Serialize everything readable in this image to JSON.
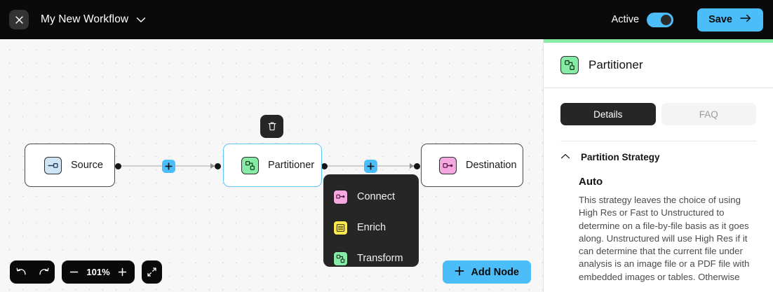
{
  "header": {
    "close_icon": "close-icon",
    "workflow_title": "My New Workflow",
    "chevron_icon": "chevron-down-icon",
    "active_label": "Active",
    "toggle_state": "on",
    "save_label": "Save",
    "save_arrow_icon": "arrow-right-icon",
    "accent_color": "#4BBEFA",
    "background_color": "#0a0a0a"
  },
  "canvas": {
    "nodes": [
      {
        "id": "source",
        "label": "Source",
        "icon": "source-icon",
        "icon_color": "#cfe4f5",
        "selected": false
      },
      {
        "id": "partitioner",
        "label": "Partitioner",
        "icon": "partition-icon",
        "icon_color": "#86eba5",
        "selected": true
      },
      {
        "id": "destination",
        "label": "Destination",
        "icon": "destination-icon",
        "icon_color": "#f5a8e0",
        "selected": false
      }
    ],
    "edge_add_label": "+",
    "delete_icon": "trash-icon",
    "selection_color": "#62c4f7"
  },
  "context_menu": {
    "items": [
      {
        "label": "Connect",
        "icon": "connect-icon",
        "icon_color": "#f5a8e0"
      },
      {
        "label": "Enrich",
        "icon": "enrich-icon",
        "icon_color": "#fbe94f"
      },
      {
        "label": "Transform",
        "icon": "transform-icon",
        "icon_color": "#86eba5"
      }
    ]
  },
  "toolbar": {
    "undo_icon": "undo-icon",
    "redo_icon": "redo-icon",
    "zoom_out_icon": "minus-icon",
    "zoom_level": "101%",
    "zoom_in_icon": "plus-icon",
    "fit_view_icon": "fit-view-icon",
    "add_node_label": "Add Node",
    "add_node_icon": "plus-icon"
  },
  "panel": {
    "accent_color": "#86eba5",
    "title": "Partitioner",
    "title_icon": "partition-icon",
    "tabs": [
      {
        "label": "Details",
        "active": true
      },
      {
        "label": "FAQ",
        "active": false
      }
    ],
    "section": {
      "collapse_icon": "chevron-up-icon",
      "title": "Partition Strategy",
      "strategy_name": "Auto",
      "strategy_description": "This strategy leaves the choice of using High Res or Fast to Unstructured to determine on a file-by-file basis as it goes along. Unstructured will use High Res if it can determine that the current file under analysis is an image file or a PDF file with embedded images or tables. Otherwise"
    }
  }
}
